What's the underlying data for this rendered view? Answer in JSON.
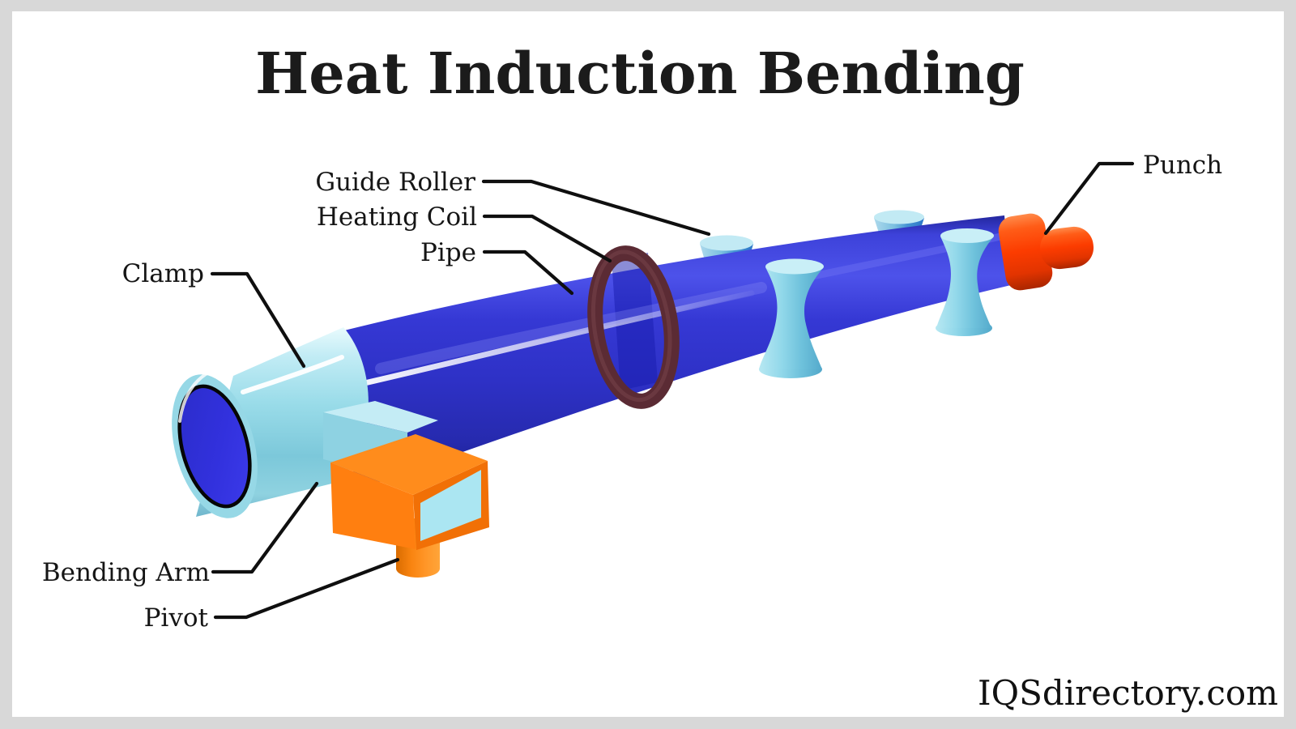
{
  "title": "Heat Induction Bending",
  "watermark": "IQSdirectory.com",
  "labels": {
    "guide_roller": "Guide Roller",
    "heating_coil": "Heating Coil",
    "pipe": "Pipe",
    "clamp": "Clamp",
    "punch": "Punch",
    "bending_arm": "Bending Arm",
    "pivot": "Pivot"
  },
  "colors": {
    "frame": "#d8d8d8",
    "canvas": "#ffffff",
    "pipe_blue": "#3336d6",
    "roller_light_blue": "#8fd2e8",
    "heating_coil_maroon": "#552830",
    "punch_red_orange": "#ff3c00",
    "arm_orange": "#ff7d0e",
    "leader_line": "#0f0f0f"
  }
}
